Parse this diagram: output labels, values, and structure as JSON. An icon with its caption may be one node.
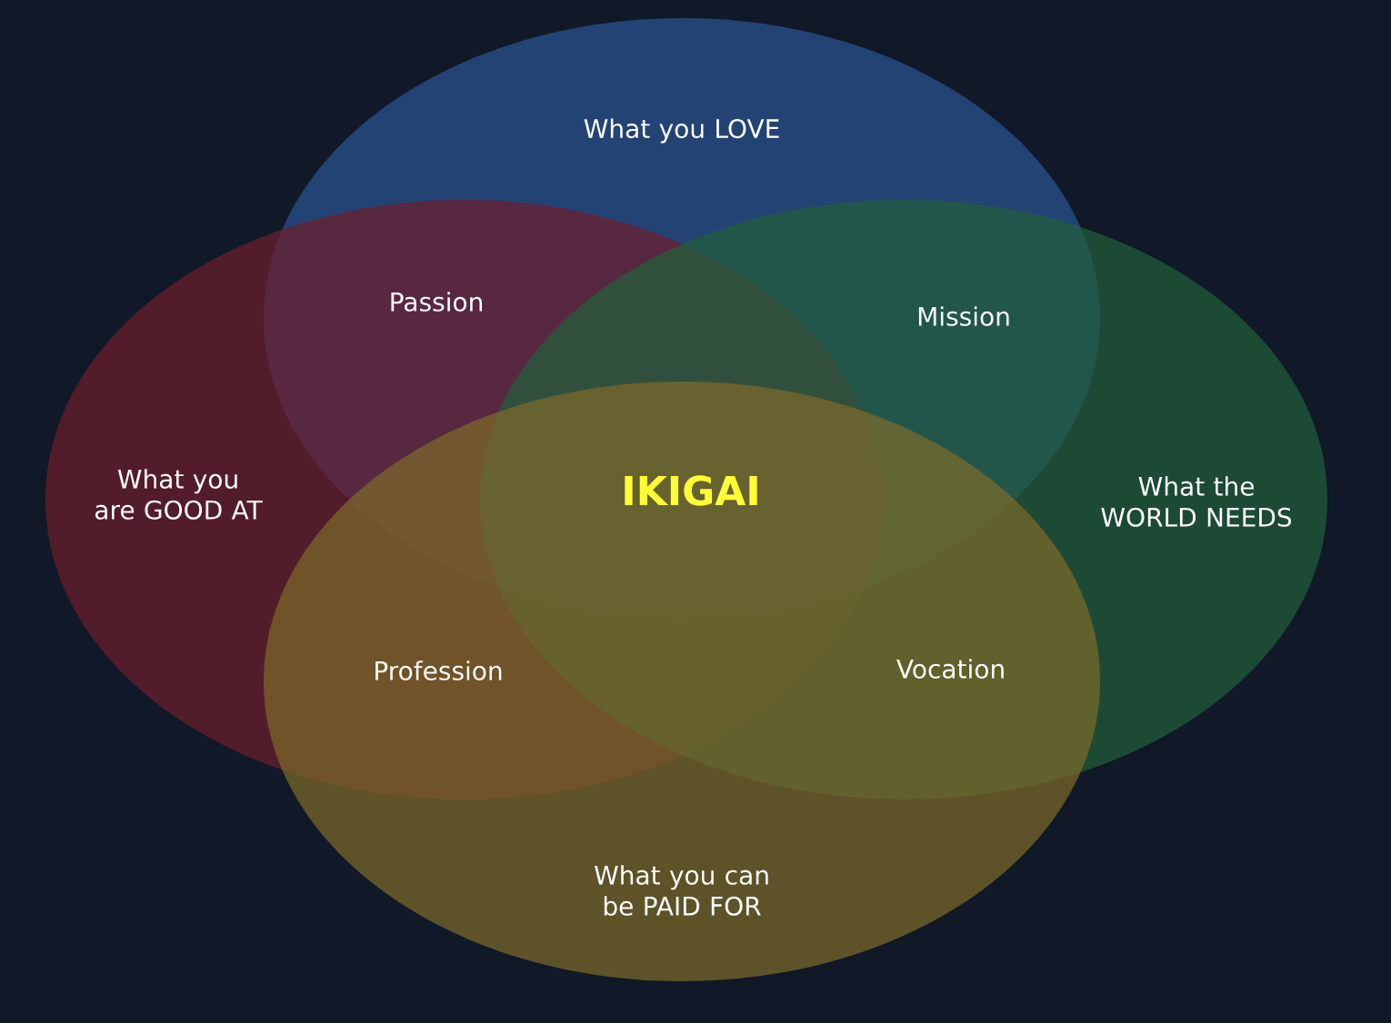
{
  "diagram": {
    "nodes": [
      {
        "text": [
          "What you LOVE"
        ]
      },
      {
        "text": [
          "What you are GOOD AT"
        ]
      },
      {
        "text": [
          "What the WORLD NEEDS"
        ]
      },
      {
        "text": [
          "What you can be PAID FOR"
        ]
      }
    ],
    "labels": [
      "Passion",
      "Mission",
      "IKIGAI",
      "Profession",
      "Vocation"
    ]
  }
}
